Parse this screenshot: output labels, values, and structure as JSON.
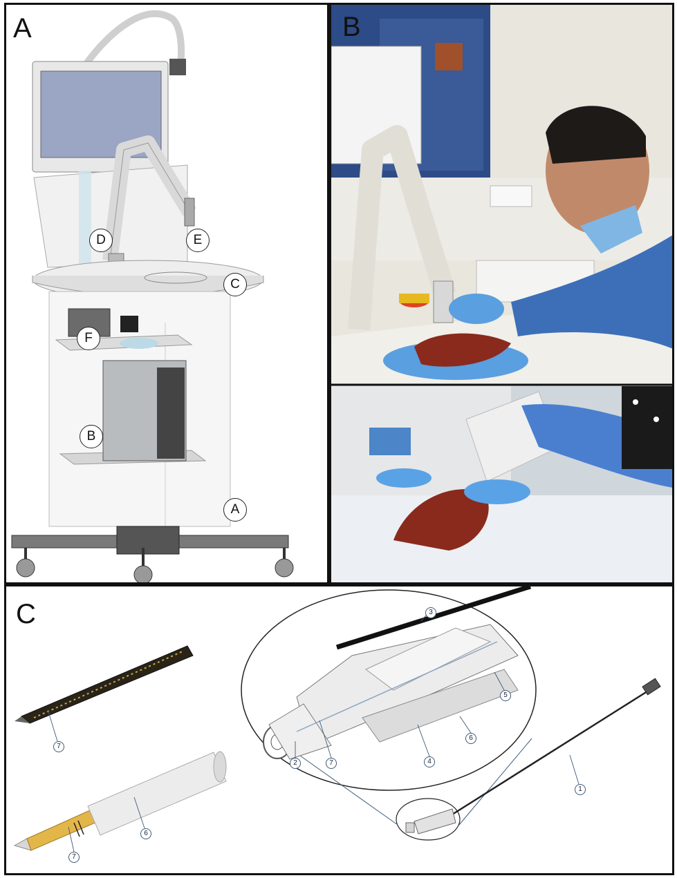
{
  "panels": {
    "a": {
      "letter": "A",
      "callouts": [
        "A",
        "B",
        "C",
        "D",
        "E",
        "F"
      ]
    },
    "b": {
      "letter": "B"
    },
    "c": {
      "letter": "C",
      "numbers": [
        "1",
        "2",
        "3",
        "4",
        "5",
        "6",
        "7"
      ]
    }
  },
  "colors": {
    "frame": "#111111",
    "glove_blue": "#5a9fe0",
    "gown_blue": "#3d6fb8",
    "tissue_red": "#8a2a1c",
    "leader_line": "#3d5a7a",
    "needle_gold": "#e3b64a"
  }
}
